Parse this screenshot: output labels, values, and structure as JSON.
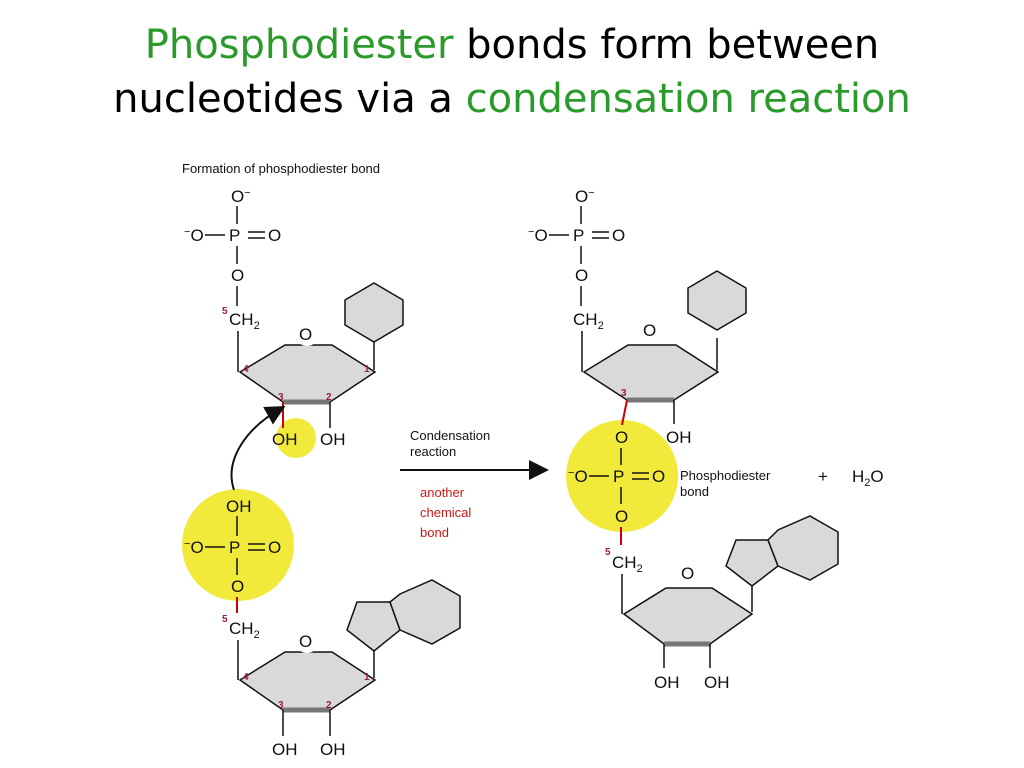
{
  "title": {
    "line1_green": "Phosphodiester",
    "line1_rest": " bonds form between",
    "line2_start": "nucleotides via a ",
    "line2_green": "condensation reaction"
  },
  "figure": {
    "heading": "Formation of phosphodiester bond",
    "arrow_line1": "Condensation",
    "arrow_line2": "reaction",
    "note_line1": "another",
    "note_line2": "chemical",
    "note_line3": "bond",
    "product_label_line1": "Phosphodiester",
    "product_label_line2": "bond",
    "plus": "+",
    "water": "H",
    "water_sub": "2",
    "water_end": "O"
  },
  "atoms": {
    "o_minus": "O",
    "minus": "−",
    "phosphorus": "P",
    "oxygen": "O",
    "ch2": "CH",
    "sub2": "2",
    "oh": "OH",
    "c1": "1",
    "c2": "2",
    "c3": "3",
    "c4": "4",
    "c5": "5"
  },
  "colors": {
    "title_green": "#2a9a2a",
    "highlight": "#f2ea3a",
    "carbon_number": "#9b1b4b",
    "note_red": "#d01818",
    "ring_fill": "#d9d9d9"
  }
}
